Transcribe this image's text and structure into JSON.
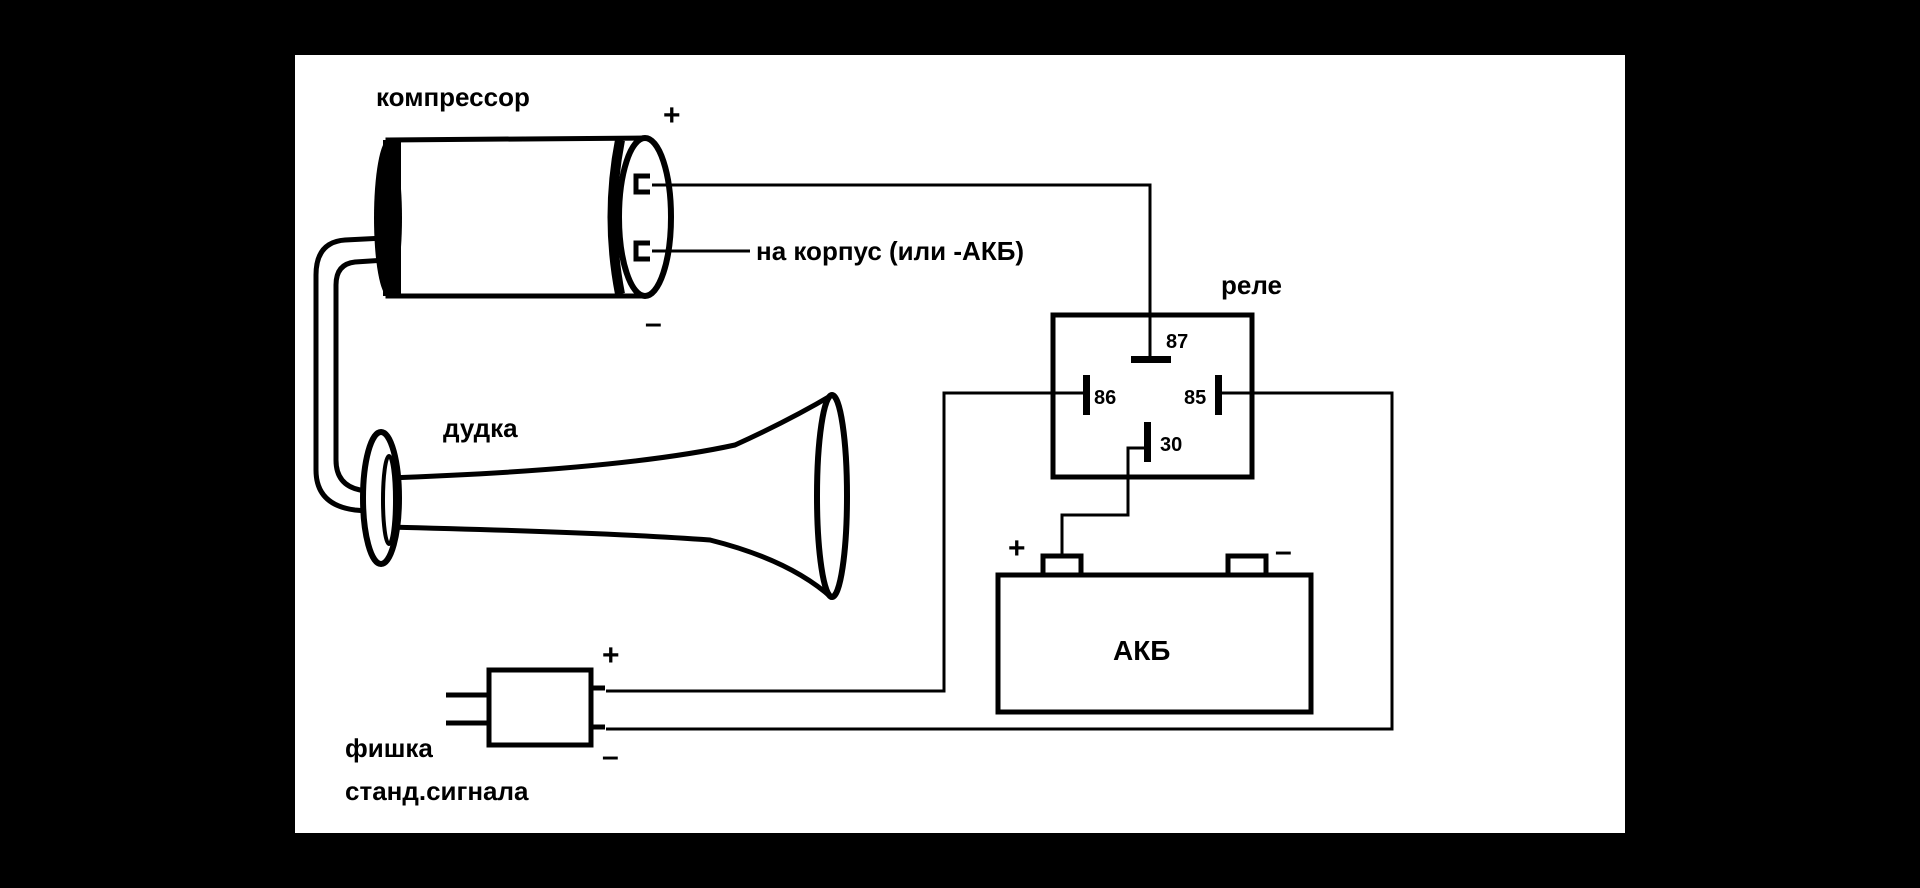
{
  "labels": {
    "compressor": "компрессор",
    "ground": "на корпус (или -АКБ)",
    "relay": "реле",
    "horn": "дудка",
    "battery": "АКБ",
    "connector_line1": "фишка",
    "connector_line2": "станд.сигнала"
  },
  "relay_pins": {
    "p87": "87",
    "p86": "86",
    "p85": "85",
    "p30": "30"
  },
  "signs": {
    "compressor_plus": "+",
    "compressor_minus": "–",
    "battery_plus": "+",
    "battery_minus": "–",
    "connector_plus": "+",
    "connector_minus": "–"
  },
  "colors": {
    "background": "#000000",
    "panel": "#ffffff",
    "ink": "#000000"
  }
}
